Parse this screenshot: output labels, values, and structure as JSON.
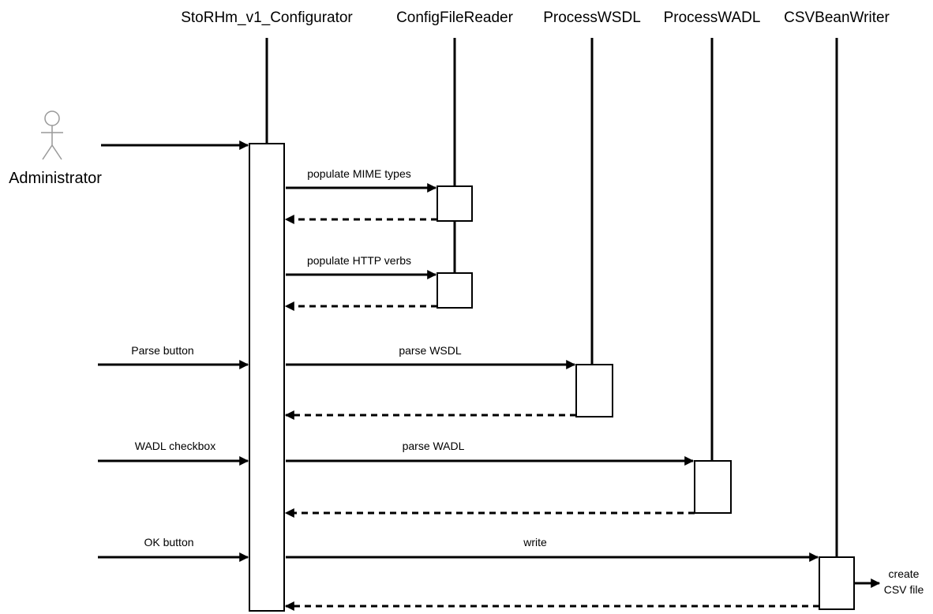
{
  "participants": [
    {
      "name": "StoRHm_v1_Configurator"
    },
    {
      "name": "ConfigFileReader"
    },
    {
      "name": "ProcessWSDL"
    },
    {
      "name": "ProcessWADL"
    },
    {
      "name": "CSVBeanWriter"
    }
  ],
  "actor": {
    "label": "Administrator"
  },
  "messages": [
    {
      "label": "populate MIME types"
    },
    {
      "label": "populate HTTP verbs"
    },
    {
      "label": "Parse button"
    },
    {
      "label": "parse WSDL"
    },
    {
      "label": "WADL checkbox"
    },
    {
      "label": "parse WADL"
    },
    {
      "label": "OK button"
    },
    {
      "label": "write"
    }
  ],
  "output": {
    "line1": "create",
    "line2": "CSV file"
  }
}
